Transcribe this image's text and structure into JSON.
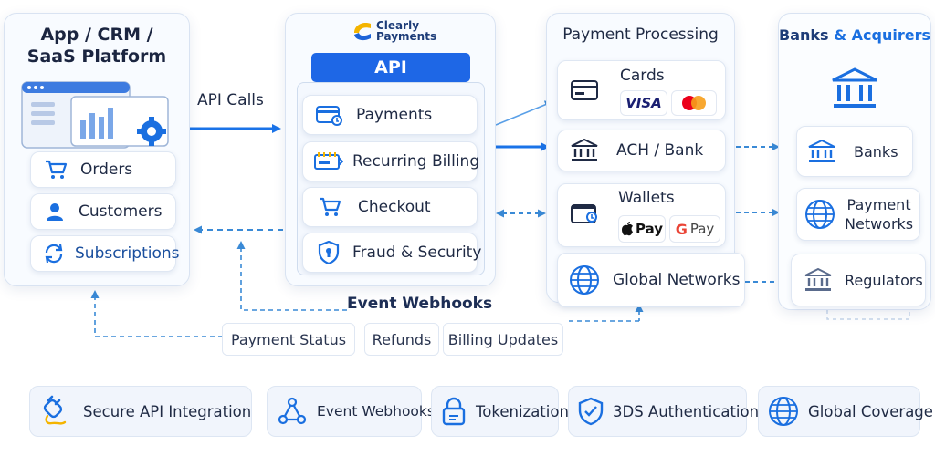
{
  "colors": {
    "accent": "#1a6fe0",
    "arrow": "#1a73e8",
    "dashed": "#3a8ad6",
    "api_banner": "#1e67e6",
    "brand_yellow": "#f4b400",
    "brand_blue": "#1d63d8",
    "mastercard_red": "#eb001b",
    "mastercard_orange": "#f79e1b",
    "visa_blue": "#1a1f71"
  },
  "app": {
    "title_line1": "App / CRM /",
    "title_line2": "SaaS Platform",
    "items": [
      {
        "label": "Orders",
        "icon": "shopping-cart-icon"
      },
      {
        "label": "Customers",
        "icon": "user-icon"
      },
      {
        "label": "Subscriptions",
        "icon": "refresh-icon"
      }
    ]
  },
  "api_calls_label": "API Calls",
  "gateway": {
    "brand_line1": "Clearly",
    "brand_line2": "Payments",
    "banner": "API",
    "items": [
      {
        "label": "Payments",
        "icon": "card-payment-icon"
      },
      {
        "label": "Recurring Billing",
        "icon": "recurring-billing-icon"
      },
      {
        "label": "Checkout",
        "icon": "checkout-cart-icon"
      },
      {
        "label": "Fraud & Security",
        "icon": "shield-icon"
      }
    ]
  },
  "processing": {
    "title": "Payment Processing",
    "cards_label": "Cards",
    "visa_label": "VISA",
    "ach_label": "ACH / Bank",
    "wallets_label": "Wallets",
    "apple_pay_label": "Pay",
    "google_pay_label": "Pay",
    "global_label": "Global Networks"
  },
  "banks": {
    "title_part1": "Banks",
    "title_part2": "& Acquirers",
    "items": [
      {
        "label": "Banks",
        "icon": "bank-icon"
      },
      {
        "label_line1": "Payment",
        "label_line2": "Networks",
        "icon": "globe-icon"
      },
      {
        "label": "Regulators",
        "icon": "bank-icon"
      }
    ]
  },
  "webhooks": {
    "title": "Event Webhooks",
    "events": [
      "Payment Status",
      "Refunds",
      "Billing Updates"
    ]
  },
  "features": [
    {
      "label": "Secure API Integration",
      "icon": "plug-icon"
    },
    {
      "label": "Event Webhooks",
      "icon": "webhook-icon"
    },
    {
      "label": "Tokenization",
      "icon": "lock-icon"
    },
    {
      "label": "3DS Authentication",
      "icon": "shield-check-icon"
    },
    {
      "label": "Global Coverage",
      "icon": "globe-icon"
    }
  ]
}
